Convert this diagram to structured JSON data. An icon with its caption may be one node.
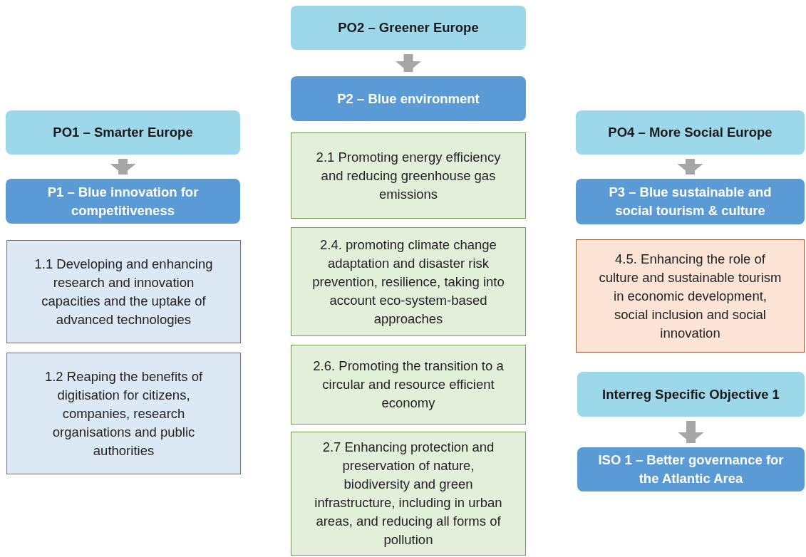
{
  "diagram": {
    "nodes": [
      {
        "text": [
          "PO2 – Greener Europe"
        ]
      },
      {
        "text": [
          "P2 – Blue environment"
        ]
      },
      {
        "text": [
          "2.1 Promoting energy efficiency and reducing greenhouse gas emissions"
        ]
      },
      {
        "text": [
          "2.4. promoting climate change adaptation and disaster risk prevention, resilience, taking into account eco-system-based approaches"
        ]
      },
      {
        "text": [
          "2.6. Promoting the transition to a circular and resource efficient economy"
        ]
      },
      {
        "text": [
          "2.7 Enhancing protection and preservation of nature, biodiversity and green infrastructure, including in urban areas, and reducing all forms of pollution"
        ]
      },
      {
        "text": [
          "PO1 – Smarter Europe"
        ]
      },
      {
        "text": [
          "P1 – Blue innovation for competitiveness"
        ]
      },
      {
        "text": [
          "1.1 Developing and enhancing research and innovation capacities and the uptake of advanced technologies"
        ]
      },
      {
        "text": [
          "1.2 Reaping the benefits of digitisation for citizens, companies, research organisations and public authorities"
        ]
      },
      {
        "text": [
          "PO4 – More Social Europe"
        ]
      },
      {
        "text": [
          "P3 – Blue sustainable and social tourism & culture"
        ]
      },
      {
        "text": [
          "4.5. Enhancing the role of culture and sustainable tourism in economic development, social inclusion and social innovation"
        ]
      },
      {
        "text": [
          "Interreg Specific Objective 1"
        ]
      },
      {
        "text": [
          "ISO 1 – Better governance for the Atlantic Area"
        ]
      }
    ],
    "edges": [
      {
        "from": 0,
        "to": 1,
        "arrow": "to"
      },
      {
        "from": 6,
        "to": 7,
        "arrow": "to"
      },
      {
        "from": 10,
        "to": 11,
        "arrow": "to"
      },
      {
        "from": 13,
        "to": 14,
        "arrow": "to"
      }
    ]
  }
}
